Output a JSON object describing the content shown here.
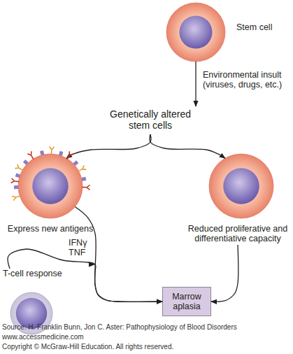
{
  "diagram": {
    "nodes": [
      {
        "text": [
          "Stem cell"
        ]
      },
      {
        "text": [
          "Genetically altered stem cells"
        ]
      },
      {
        "text": [
          "Express new antigens"
        ]
      },
      {
        "text": [
          "Reduced proliferative and differentiative capacity"
        ]
      },
      {
        "text": [
          "T-cell response"
        ]
      },
      {
        "text": [
          "Marrow aplasia"
        ]
      }
    ],
    "edges": [
      {
        "from": 0,
        "to": 1,
        "label": "Environmental insult (viruses, drugs, etc.)",
        "arrow": "to"
      },
      {
        "from": 1,
        "to": 2,
        "arrow": "to"
      },
      {
        "from": 1,
        "to": 3,
        "arrow": "to"
      },
      {
        "from": 2,
        "to": 5,
        "arrow": "to"
      },
      {
        "from": 4,
        "to": 5,
        "label": "IFNγ TNF",
        "arrow": "to"
      },
      {
        "from": 3,
        "to": 5,
        "arrow": "to"
      }
    ],
    "labels": [
      "Source: H. Franklin Bunn, Jon C. Aster: Pathophysiology of Blood Disorders",
      "www.accessmedicine.com",
      "Copyright © McGraw-Hill Education. All rights reserved."
    ]
  }
}
